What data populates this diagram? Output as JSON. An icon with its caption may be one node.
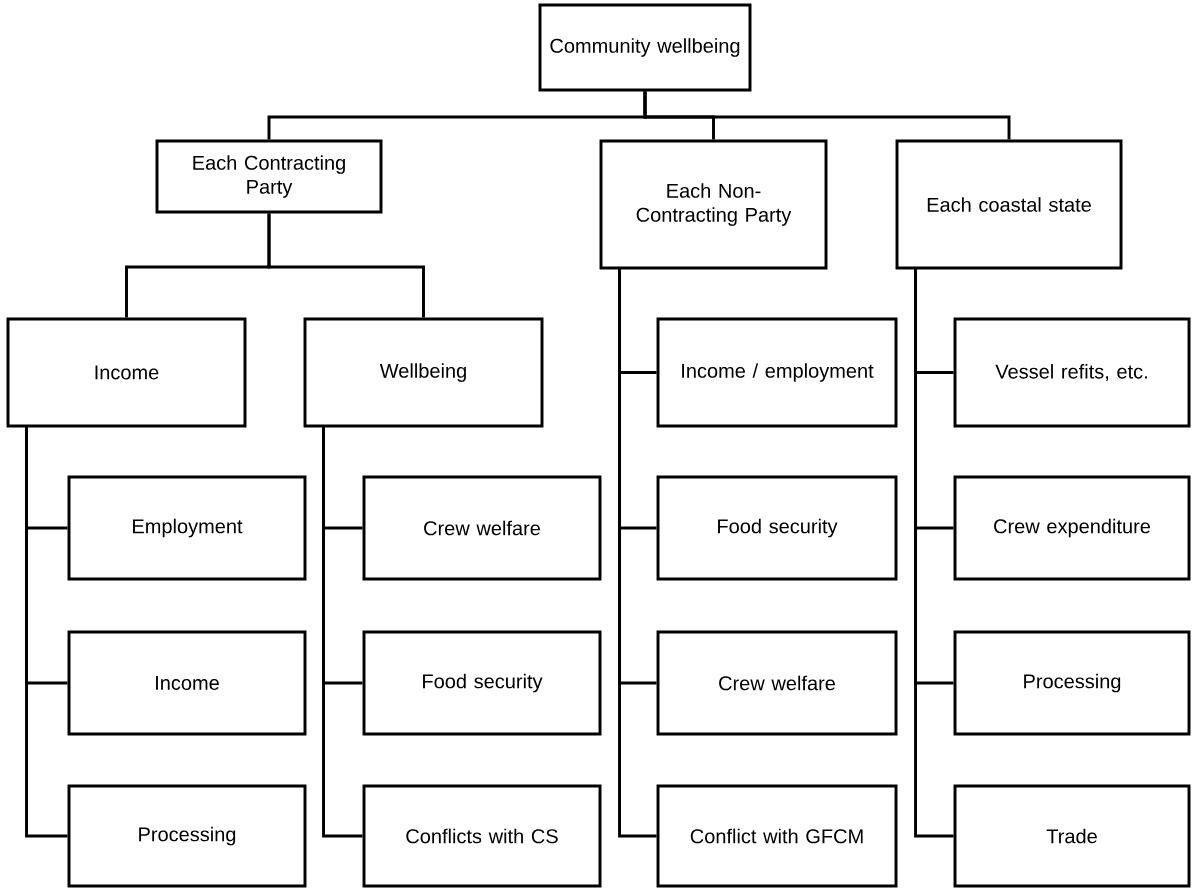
{
  "diagram": {
    "nodes": [
      {
        "text": [
          "Community wellbeing"
        ]
      },
      {
        "text": [
          "Each Contracting Party"
        ]
      },
      {
        "text": [
          "Each Non-Contracting Party"
        ]
      },
      {
        "text": [
          "Each coastal state"
        ]
      },
      {
        "text": [
          "Income"
        ]
      },
      {
        "text": [
          "Wellbeing"
        ]
      },
      {
        "text": [
          "Employment"
        ]
      },
      {
        "text": [
          "Income"
        ]
      },
      {
        "text": [
          "Processing"
        ]
      },
      {
        "text": [
          "Crew welfare"
        ]
      },
      {
        "text": [
          "Food security"
        ]
      },
      {
        "text": [
          "Conflicts with CS"
        ]
      },
      {
        "text": [
          "Income / employment"
        ]
      },
      {
        "text": [
          "Food security"
        ]
      },
      {
        "text": [
          "Crew welfare"
        ]
      },
      {
        "text": [
          "Conflict with GFCM"
        ]
      },
      {
        "text": [
          "Vessel refits, etc."
        ]
      },
      {
        "text": [
          "Crew expenditure"
        ]
      },
      {
        "text": [
          "Processing"
        ]
      },
      {
        "text": [
          "Trade"
        ]
      }
    ],
    "edges": [
      {
        "from": 0,
        "to": 1,
        "arrow": "none"
      },
      {
        "from": 0,
        "to": 2,
        "arrow": "none"
      },
      {
        "from": 0,
        "to": 3,
        "arrow": "none"
      },
      {
        "from": 1,
        "to": 4,
        "arrow": "none"
      },
      {
        "from": 1,
        "to": 5,
        "arrow": "none"
      },
      {
        "from": 4,
        "to": 6,
        "arrow": "none"
      },
      {
        "from": 4,
        "to": 7,
        "arrow": "none"
      },
      {
        "from": 4,
        "to": 8,
        "arrow": "none"
      },
      {
        "from": 5,
        "to": 9,
        "arrow": "none"
      },
      {
        "from": 5,
        "to": 10,
        "arrow": "none"
      },
      {
        "from": 5,
        "to": 11,
        "arrow": "none"
      },
      {
        "from": 2,
        "to": 12,
        "arrow": "none"
      },
      {
        "from": 2,
        "to": 13,
        "arrow": "none"
      },
      {
        "from": 2,
        "to": 14,
        "arrow": "none"
      },
      {
        "from": 2,
        "to": 15,
        "arrow": "none"
      },
      {
        "from": 3,
        "to": 16,
        "arrow": "none"
      },
      {
        "from": 3,
        "to": 17,
        "arrow": "none"
      },
      {
        "from": 3,
        "to": 18,
        "arrow": "none"
      },
      {
        "from": 3,
        "to": 19,
        "arrow": "none"
      }
    ]
  }
}
